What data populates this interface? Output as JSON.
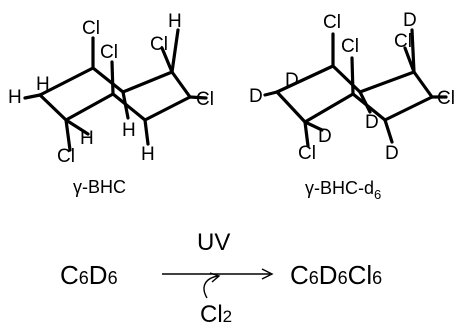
{
  "molecules": [
    {
      "caption": "γ-BHC",
      "atoms": {
        "top_left_cl": "Cl",
        "inner_cl": "Cl",
        "top_right_cl": "Cl",
        "top_right_sub": "H",
        "left_sub": "H",
        "left_h2": "H",
        "right_cl": "Cl",
        "bottom_left_cl": "Cl",
        "bottom_left_sub": "H",
        "inner_bottom_sub": "H",
        "bottom_right_sub": "H"
      }
    },
    {
      "caption": "γ-BHC-d",
      "caption_sub": "6",
      "atoms": {
        "top_left_cl": "Cl",
        "inner_cl": "Cl",
        "top_right_cl": "Cl",
        "top_right_sub": "D",
        "left_sub": "D",
        "left_d2": "D",
        "right_cl": "Cl",
        "bottom_left_cl": "Cl",
        "bottom_left_sub": "D",
        "inner_bottom_sub": "D",
        "bottom_right_sub": "D"
      }
    }
  ],
  "reaction": {
    "reactant": {
      "c": "C",
      "c_n": "6",
      "d": "D",
      "d_n": "6"
    },
    "condition": "UV",
    "product": {
      "c": "C",
      "c_n": "6",
      "d": "D",
      "d_n": "6",
      "cl": "Cl",
      "cl_n": "6"
    },
    "reagent": {
      "cl": "Cl",
      "cl_n": "2"
    }
  }
}
